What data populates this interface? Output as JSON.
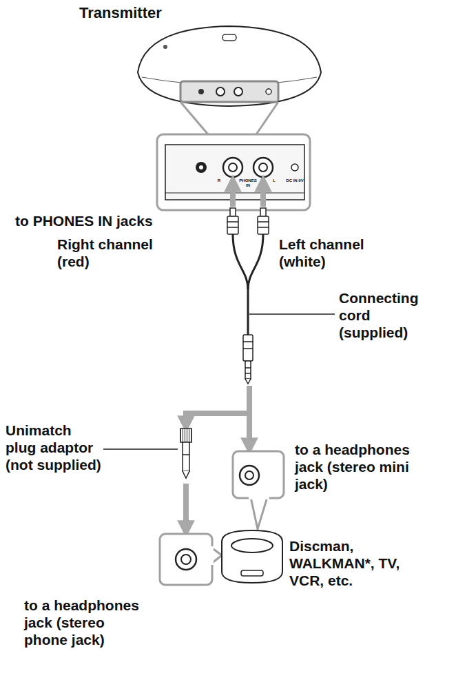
{
  "diagram": {
    "labels": [
      "Transmitter",
      "R",
      "PHONES IN",
      "L",
      "DC IN 9V",
      "to PHONES IN jacks",
      "Right channel (red)",
      "Left channel (white)",
      "Connecting cord (supplied)",
      "Unimatch plug adaptor (not supplied)",
      "to a headphones jack (stereo mini jack)",
      "Discman, WALKMAN*, TV, VCR, etc.",
      "to a headphones jack (stereo phone jack)"
    ]
  }
}
